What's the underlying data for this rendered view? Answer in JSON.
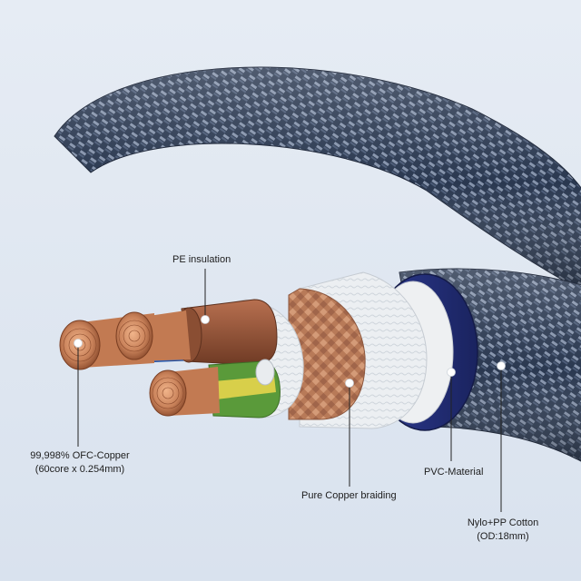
{
  "labels": {
    "pe_insulation": "PE insulation",
    "ofc_copper_line1": "99,998% OFC-Copper",
    "ofc_copper_line2": "(60core x 0.254mm)",
    "pure_copper_braiding": "Pure Copper braiding",
    "pvc_material": "PVC-Material",
    "nylo_pp_line1": "Nylo+PP Cotton",
    "nylo_pp_line2": "(OD:18mm)"
  },
  "colors": {
    "background": "#dfe7f1",
    "braid_dark": "#2a3850",
    "braid_light": "#7c8aa2",
    "pvc_blue": "#1e2a78",
    "white_layer": "#eef0f2",
    "copper_braid": "#b87a58",
    "copper_wire": "#c9825a",
    "brown_insulation": "#9a5a3c",
    "earth_green": "#5a9a3a",
    "earth_yellow": "#d8cf4a",
    "blue_insulation": "#2e6fd0",
    "callout_line": "#222222",
    "callout_dot": "#ffffff"
  }
}
